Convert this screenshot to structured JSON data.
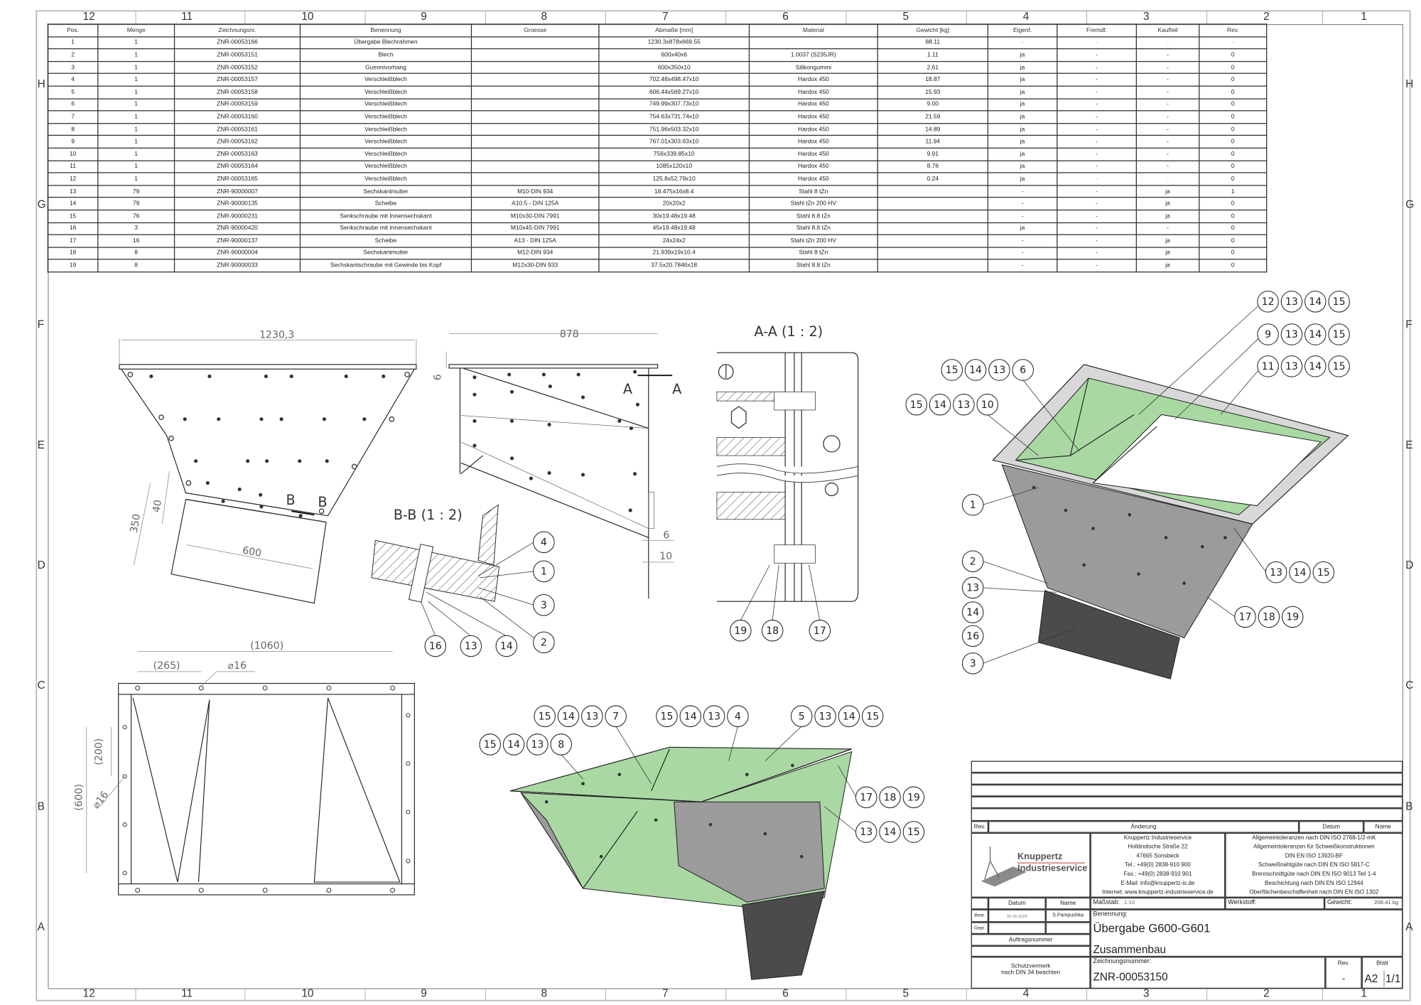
{
  "sheet": {
    "columns": [
      "12",
      "11",
      "10",
      "9",
      "8",
      "7",
      "6",
      "5",
      "4",
      "3",
      "2",
      "1"
    ],
    "rows": [
      "H",
      "G",
      "F",
      "E",
      "D",
      "C",
      "B",
      "A"
    ]
  },
  "bom": {
    "headers": [
      "Pos.",
      "Menge",
      "Zeichnungsnr.",
      "Benennung",
      "Groesse",
      "Abmaße [mm]",
      "Material",
      "Gewicht [kg]",
      "Eigenf.",
      "Fremdf.",
      "Kaufteil",
      "Rev."
    ],
    "rows": [
      [
        "1",
        "1",
        "ZNR-00053166",
        "Übergabe Blechrahmen",
        "",
        "1230.3x878x669.55",
        "",
        "88.11",
        "-",
        "-",
        "-",
        "-"
      ],
      [
        "2",
        "1",
        "ZNR-00053151",
        "Blech",
        "",
        "600x40x6",
        "1.0037 (S235JR)",
        "1.11",
        "ja",
        "-",
        "-",
        "0"
      ],
      [
        "3",
        "1",
        "ZNR-00053152",
        "Gummivorhang",
        "",
        "600x350x10",
        "Silikongummi",
        "2.61",
        "ja",
        "-",
        "-",
        "0"
      ],
      [
        "4",
        "1",
        "ZNR-00053157",
        "Verschleißblech",
        "",
        "702.48x498.47x10",
        "Hardox 450",
        "18.87",
        "ja",
        "-",
        "-",
        "0"
      ],
      [
        "5",
        "1",
        "ZNR-00053158",
        "Verschleißblech",
        "",
        "606.44x569.27x10",
        "Hardox 450",
        "15.93",
        "ja",
        "-",
        "-",
        "0"
      ],
      [
        "6",
        "1",
        "ZNR-00053159",
        "Verschleißblech",
        "",
        "749.99x307.73x10",
        "Hardox 450",
        "9.00",
        "ja",
        "-",
        "-",
        "0"
      ],
      [
        "7",
        "1",
        "ZNR-00053160",
        "Verschleißblech",
        "",
        "754.63x731.74x10",
        "Hardox 450",
        "21.59",
        "ja",
        "-",
        "-",
        "0"
      ],
      [
        "8",
        "1",
        "ZNR-00053161",
        "Verschleißblech",
        "",
        "751.96x503.32x10",
        "Hardox 450",
        "14.89",
        "ja",
        "-",
        "-",
        "0"
      ],
      [
        "9",
        "1",
        "ZNR-00053162",
        "Verschleißblech",
        "",
        "767.01x303.63x10",
        "Hardox 450",
        "11.94",
        "ja",
        "-",
        "-",
        "0"
      ],
      [
        "10",
        "1",
        "ZNR-00053163",
        "Verschleißblech",
        "",
        "756x339.85x10",
        "Hardox 450",
        "9.91",
        "ja",
        "-",
        "-",
        "0"
      ],
      [
        "11",
        "1",
        "ZNR-00053164",
        "Verschleißblech",
        "",
        "1085x120x10",
        "Hardox 450",
        "8.76",
        "ja",
        "-",
        "-",
        "0"
      ],
      [
        "12",
        "1",
        "ZNR-00053165",
        "Verschleißblech",
        "",
        "125.8x52.79x10",
        "Hardox 450",
        "0.24",
        "ja",
        "-",
        "-",
        "0"
      ],
      [
        "13",
        "79",
        "ZNR-90000007",
        "Sechskantmutter",
        "M10-DIN 934",
        "18.475x16x8.4",
        "Stahl 8 tZn",
        "",
        "-",
        "-",
        "ja",
        "1"
      ],
      [
        "14",
        "79",
        "ZNR-90000135",
        "Scheibe",
        "A10.5 - DIN 125A",
        "20x20x2",
        "Stahl tZn 200 HV",
        "",
        "-",
        "-",
        "ja",
        "0"
      ],
      [
        "15",
        "76",
        "ZNR-90000231",
        "Senkschraube mit Innensechskant",
        "M10x30-DIN 7991",
        "30x19.48x19.48",
        "Stahl 8.8 tZn",
        "",
        "-",
        "-",
        "ja",
        "0"
      ],
      [
        "16",
        "3",
        "ZNR-90000420",
        "Senkschraube mit Innensechskant",
        "M10x45-DIN 7991",
        "45x19.48x19.48",
        "Stahl 8.8 tZn",
        "",
        "ja",
        "-",
        "-",
        "0"
      ],
      [
        "17",
        "16",
        "ZNR-90000137",
        "Scheibe",
        "A13 - DIN 125A",
        "24x24x2",
        "Stahl tZn 200 HV",
        "",
        "-",
        "-",
        "ja",
        "0"
      ],
      [
        "18",
        "8",
        "ZNR-90000004",
        "Sechskantmutter",
        "M12-DIN 934",
        "21.939x19x10.4",
        "Stahl 8 tZn",
        "",
        "-",
        "-",
        "ja",
        "0"
      ],
      [
        "19",
        "8",
        "ZNR-90000033",
        "Sechskantschraube mit Gewinde bis Kopf",
        "M12x30-DIN 933",
        "37.5x20.7846x18",
        "Stahl 8.8 tZn",
        "",
        "-",
        "-",
        "ja",
        "0"
      ]
    ]
  },
  "drawing": {
    "dims": {
      "width_front": "1230,3",
      "width_side": "878",
      "flange_6": "6",
      "curtain_350": "350",
      "strip_40": "40",
      "curtain_600": "600",
      "plate_6": "6",
      "plate_10": "10",
      "top_1060": "(1060)",
      "top_265": "(265)",
      "hole_16_top": "⌀16",
      "side_200": "(200)",
      "side_600": "(600)",
      "hole_16_side": "⌀16"
    },
    "sections": {
      "aa_title": "A-A (1 : 2)",
      "bb_title": "B-B (1 : 2)",
      "a_left": "A",
      "a_right": "A",
      "b_left": "B",
      "b_right": "B"
    },
    "balloon_groups": [
      [
        "12",
        "13",
        "14",
        "15"
      ],
      [
        "9",
        "13",
        "14",
        "15"
      ],
      [
        "11",
        "13",
        "14",
        "15"
      ],
      [
        "15",
        "14",
        "13",
        "6"
      ],
      [
        "15",
        "14",
        "13",
        "10"
      ],
      [
        "1"
      ],
      [
        "2"
      ],
      [
        "13"
      ],
      [
        "14"
      ],
      [
        "16"
      ],
      [
        "3"
      ],
      [
        "13",
        "14",
        "15"
      ],
      [
        "17",
        "18",
        "19"
      ],
      [
        "15",
        "14",
        "13",
        "7"
      ],
      [
        "15",
        "14",
        "13",
        "4"
      ],
      [
        "5",
        "13",
        "14",
        "15"
      ],
      [
        "15",
        "14",
        "13",
        "8"
      ],
      [
        "17",
        "18",
        "19"
      ],
      [
        "13",
        "14",
        "15"
      ],
      [
        "19"
      ],
      [
        "18"
      ],
      [
        "17"
      ],
      [
        "4"
      ],
      [
        "1"
      ],
      [
        "3"
      ],
      [
        "2"
      ],
      [
        "16"
      ],
      [
        "13"
      ],
      [
        "14"
      ]
    ],
    "colors": {
      "wear_plate": "#a9d8a3",
      "frame": "#9b9b9b",
      "rubber": "#4b4b4b"
    }
  },
  "title_block": {
    "rev_header": {
      "rev": "Rev.",
      "change": "Änderung",
      "date": "Datum",
      "name": "Name"
    },
    "company": {
      "logo_line1": "Knuppertz",
      "logo_line2": "Industrieservice",
      "address": [
        "Knuppertz Industrieservice",
        "Holländische Straße 22",
        "47665 Sonsbeck",
        "Tel.: +49(0) 2838-910 900",
        "Fax.: +49(0) 2838-910 901",
        "E-Mail: info@knuppertz-is.de",
        "Internet: www.knuppertz-industrieservice.de"
      ]
    },
    "norms": [
      "Allgemeintoleranzen nach DIN ISO 2768-1/2-mK",
      "Allgemeintoleranzen für Schweißkonstruktionen",
      "DIN EN ISO 13920-BF",
      "Schweißnahtgüte nach DIN EN ISO 5817-C",
      "Brennschnittgüte nach DIN EN ISO 9013 Teil 1-4",
      "Beschichtung nach DIN EN ISO 12944",
      "Oberflächenbeschaffenheit nach DIN EN ISO 1302"
    ],
    "date_label": "Datum",
    "name_label": "Name",
    "scale_label": "Maßstab:",
    "scale_value": "1:10",
    "material_label": "Werkstoff:",
    "weight_label": "Gewicht:",
    "weight_value": "206.41 kg",
    "bearb_label": "Bear.",
    "bearb_date": "25.06.2025",
    "bearb_name": "S.Pampushka",
    "gepr_label": "Gepr.",
    "order_label": "Auftragsnummer",
    "designation_label": "Benennung:",
    "designation": "Übergabe G600-G601",
    "subtitle": "Zusammenbau",
    "protection_line1": "Schutzvermerk",
    "protection_line2": "nach DIN 34 beachten",
    "drawing_no_label": "Zeichnungsnummer:",
    "drawing_no": "ZNR-00053150",
    "rev_label": "Rev.",
    "rev_value": "-",
    "sheet_label": "Blatt",
    "format": "A2",
    "sheet_no": "1/1"
  }
}
